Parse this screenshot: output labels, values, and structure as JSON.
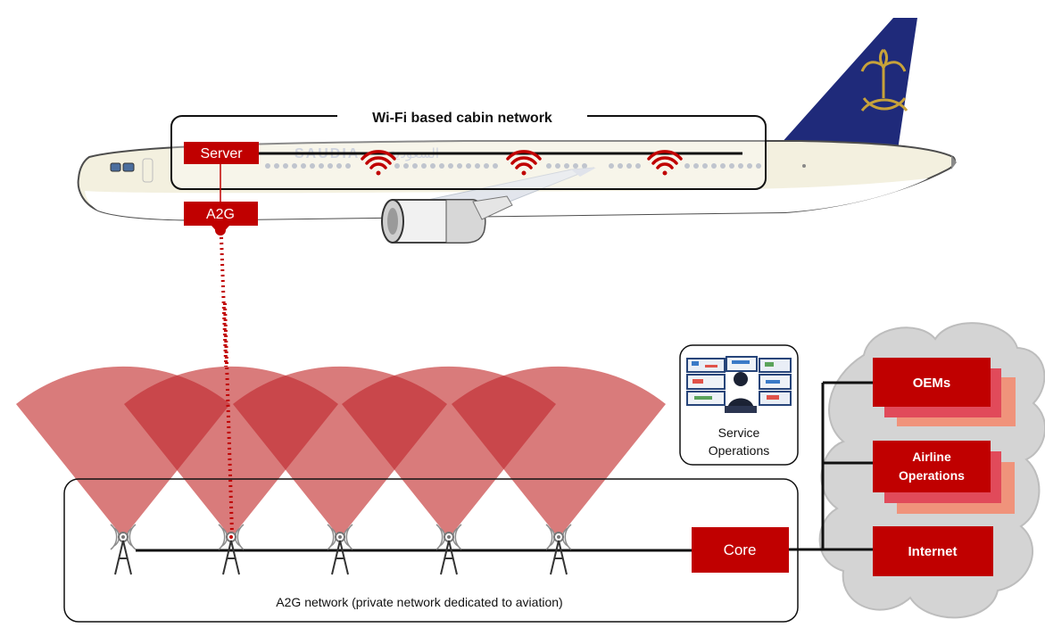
{
  "labels": {
    "cabin_network": "Wi-Fi based cabin network",
    "server": "Server",
    "a2g": "A2G",
    "airline_livery": "SAUDIA",
    "airline_livery_arabic": "السعودية",
    "service_operations": [
      "Service",
      "Operations"
    ],
    "core": "Core",
    "oems": "OEMs",
    "airline_operations": [
      "Airline",
      "Operations"
    ],
    "internet": "Internet",
    "a2g_network": "A2G network (private network dedicated to aviation)"
  },
  "colors": {
    "accent_red": "#c00000",
    "coverage_light": "#d97b7b",
    "coverage_overlap": "#c9474b",
    "stack_mid": "#e14a5a",
    "stack_back": "#f0937b",
    "tail_blue": "#1f2a7a",
    "tail_emblem": "#c7a23a",
    "fuselage": "#f3f0df",
    "cloud": "#d4d4d4"
  },
  "icons": [
    "cell-tower-icon",
    "wifi-signal-icon",
    "operator-monitors-icon",
    "cloud-icon",
    "airplane-icon"
  ]
}
